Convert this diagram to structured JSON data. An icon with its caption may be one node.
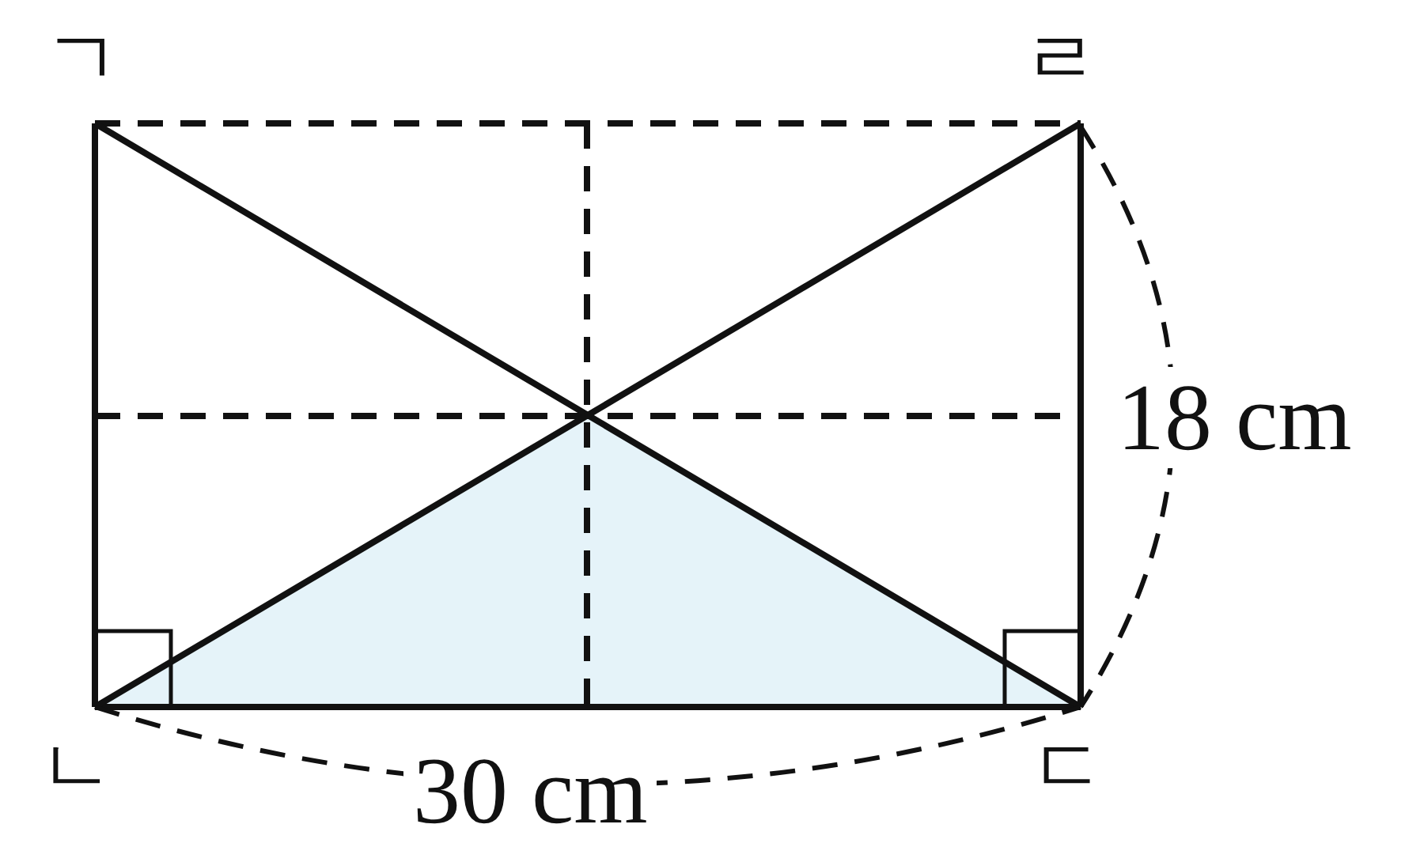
{
  "diagram": {
    "labels": [
      "ㄱ",
      "ㄹ",
      "18 cm",
      "ㄴ",
      "30 cm",
      "ㄷ"
    ]
  }
}
